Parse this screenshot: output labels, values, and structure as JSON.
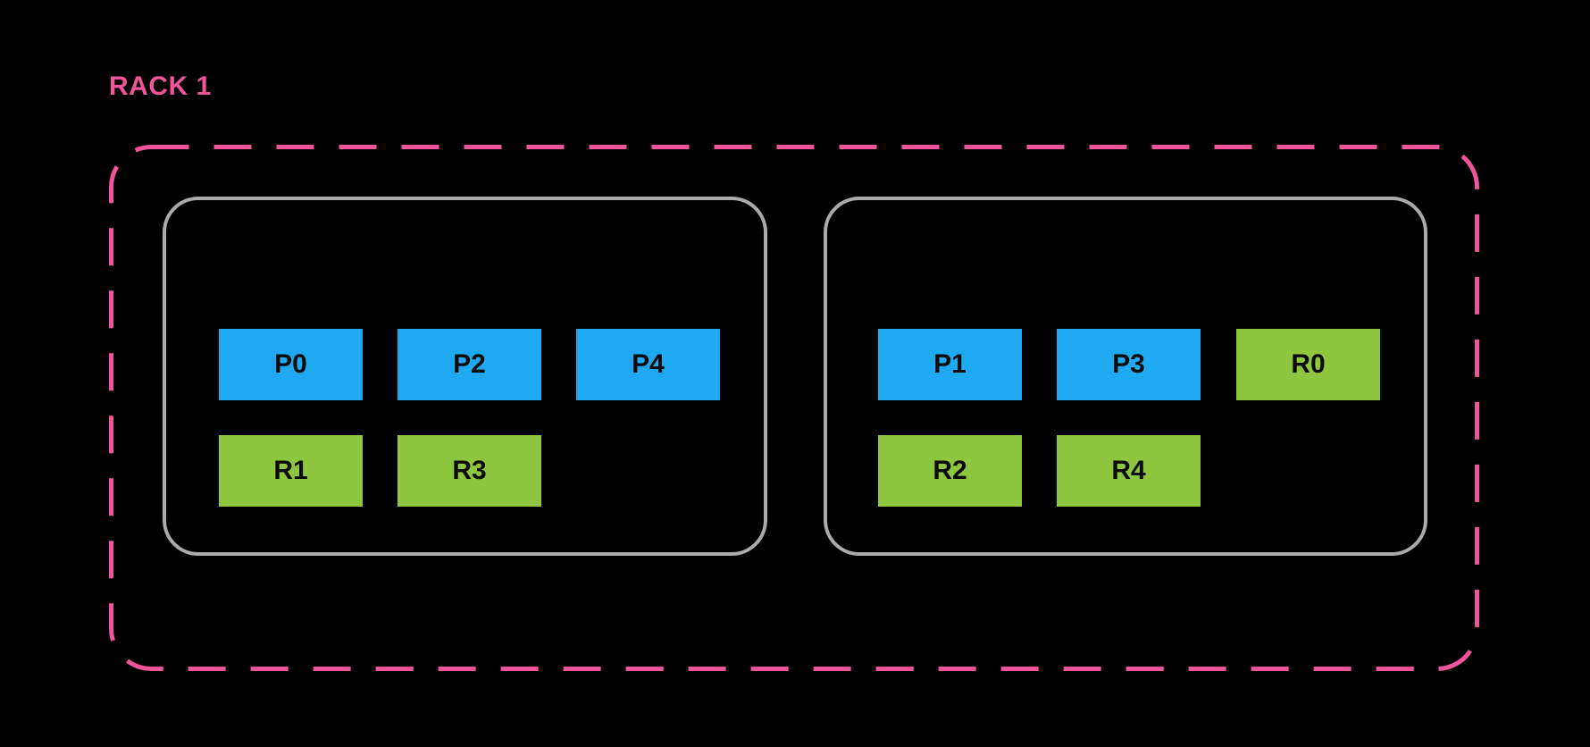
{
  "rack": {
    "label": "RACK 1",
    "nodes": [
      {
        "slots": [
          {
            "label": "P0",
            "type": "primary"
          },
          {
            "label": "P2",
            "type": "primary"
          },
          {
            "label": "P4",
            "type": "primary"
          },
          {
            "label": "R1",
            "type": "replica"
          },
          {
            "label": "R3",
            "type": "replica"
          }
        ]
      },
      {
        "slots": [
          {
            "label": "P1",
            "type": "primary"
          },
          {
            "label": "P3",
            "type": "primary"
          },
          {
            "label": "R0",
            "type": "replica"
          },
          {
            "label": "R2",
            "type": "replica"
          },
          {
            "label": "R4",
            "type": "replica"
          }
        ]
      }
    ]
  },
  "colors": {
    "background": "#000000",
    "rack_border": "#F0549B",
    "node_border": "#ABABAB",
    "primary": "#1FA9F1",
    "replica": "#8EC63F",
    "label_text": "#0A0A0A"
  }
}
